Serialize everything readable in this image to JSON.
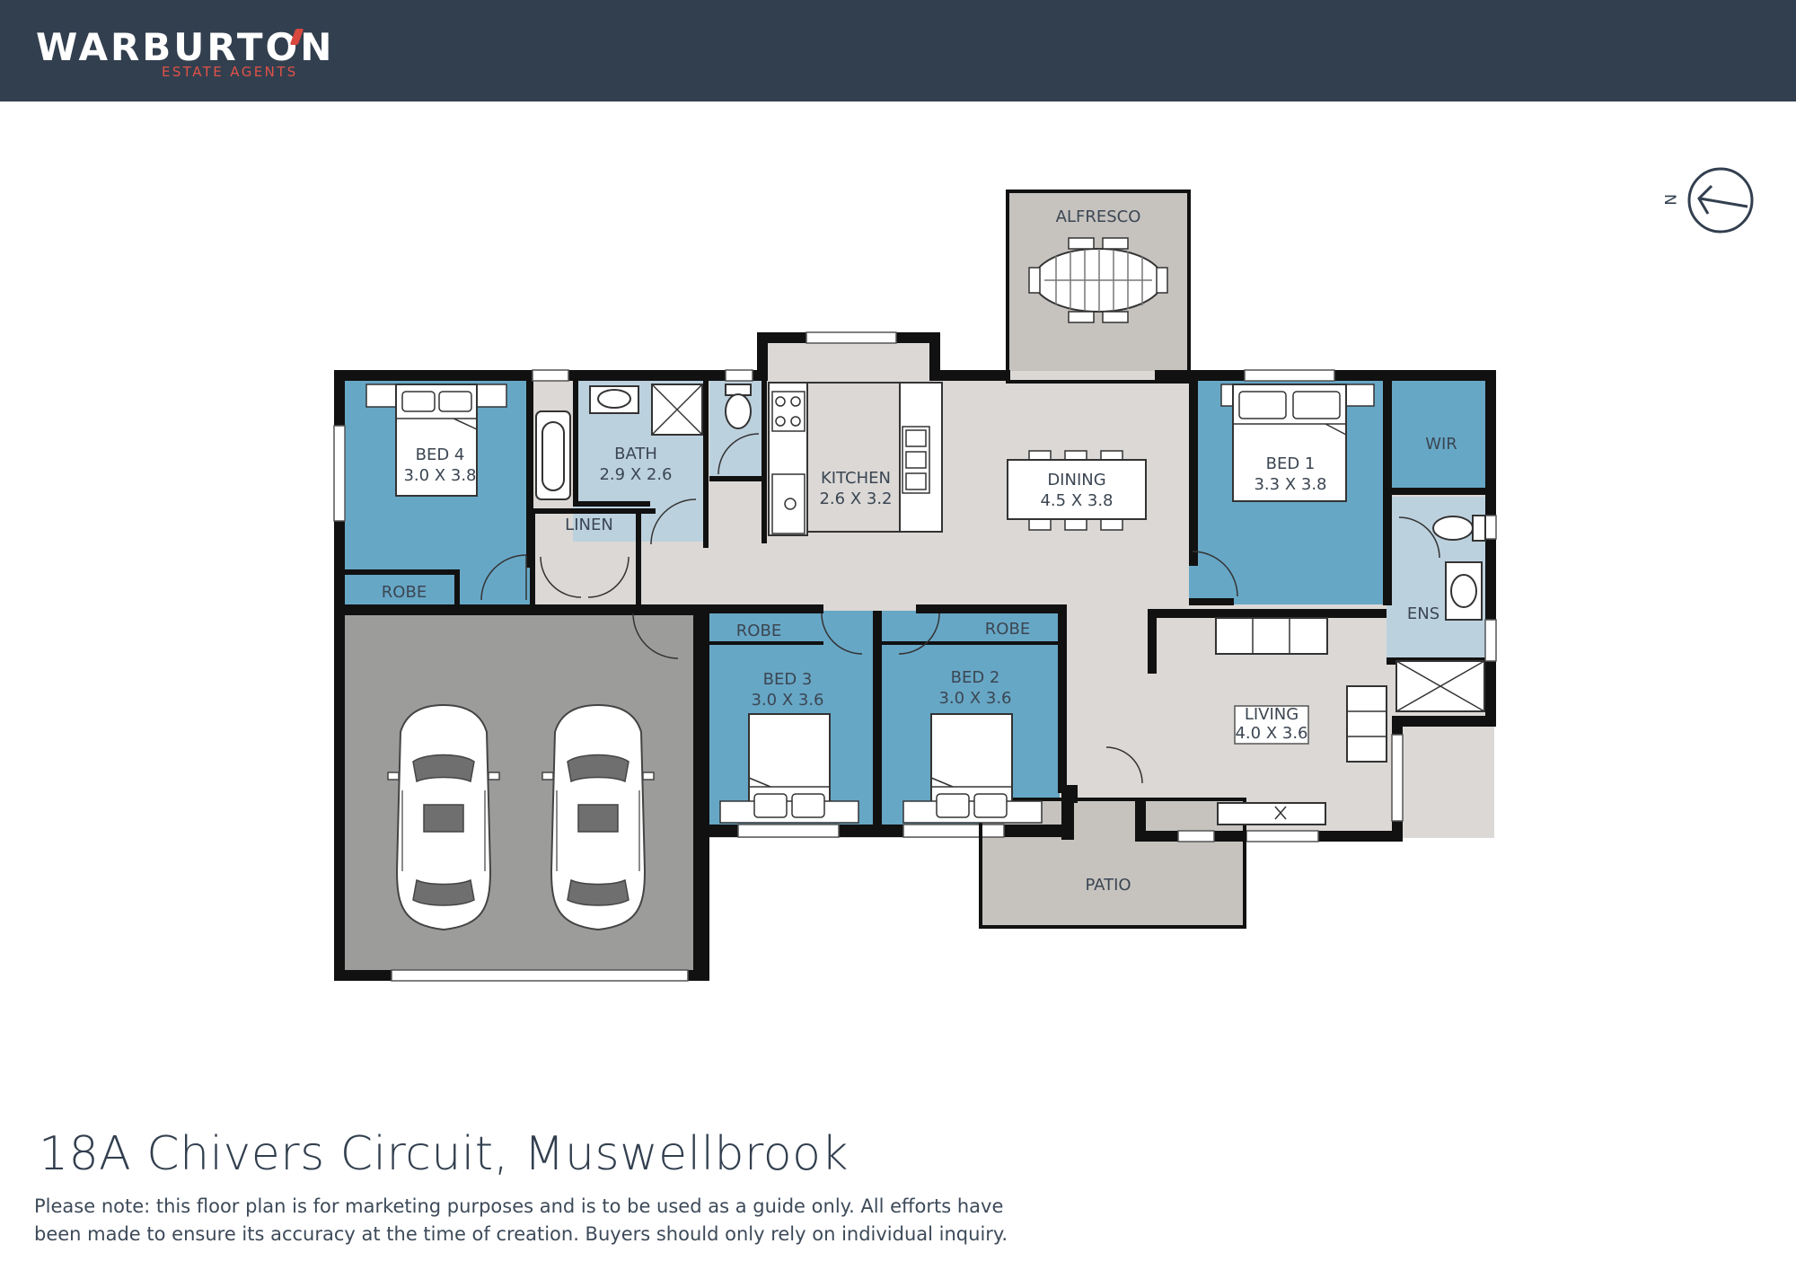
{
  "header": {
    "brand": "WARBURTON",
    "tagline": "ESTATE AGENTS",
    "background_color": "#323f4f",
    "accent_color": "#e05247"
  },
  "compass": {
    "label": "N",
    "icon": "north-arrow-icon"
  },
  "rooms": {
    "alfresco": {
      "name": "ALFRESCO"
    },
    "bed4": {
      "name": "BED 4",
      "size": "3.0 X 3.8"
    },
    "bath": {
      "name": "BATH",
      "size": "2.9 X 2.6"
    },
    "linen": {
      "name": "LINEN"
    },
    "robe_bed4": {
      "name": "ROBE"
    },
    "kitchen": {
      "name": "KITCHEN",
      "size": "2.6 X 3.2"
    },
    "dining": {
      "name": "DINING",
      "size": "4.5 X 3.8"
    },
    "bed1": {
      "name": "BED 1",
      "size": "3.3 X 3.8"
    },
    "wir": {
      "name": "WIR"
    },
    "ens": {
      "name": "ENS"
    },
    "robe_bed3": {
      "name": "ROBE"
    },
    "robe_bed2": {
      "name": "ROBE"
    },
    "bed3": {
      "name": "BED 3",
      "size": "3.0 X 3.6"
    },
    "bed2": {
      "name": "BED 2",
      "size": "3.0 X 3.6"
    },
    "living": {
      "name": "LIVING",
      "size": "4.0 X 3.6"
    },
    "patio": {
      "name": "PATIO"
    }
  },
  "colors": {
    "bedroom": "#67a7c6",
    "wet_area": "#bcd1de",
    "living_floor": "#dbd8d6",
    "outdoor": "#c6c3bf",
    "garage": "#9c9c9b",
    "wall": "#111111"
  },
  "footer": {
    "address": "18A Chivers Circuit, Muswellbrook",
    "disclaimer": "Please note: this floor plan is for marketing purposes and is to be used as a guide only. All efforts have been made to ensure its accuracy at the time of creation. Buyers should only rely on individual inquiry."
  }
}
